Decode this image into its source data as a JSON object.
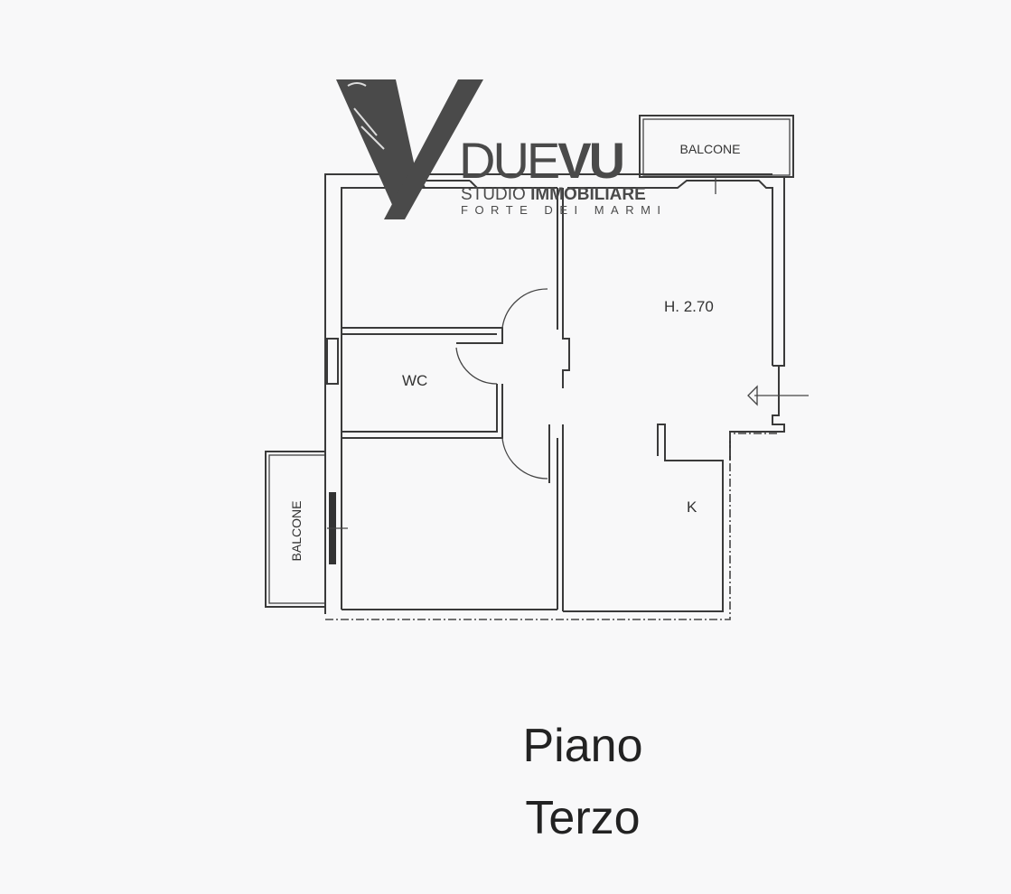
{
  "logo": {
    "brand_light": "DUE",
    "brand_bold": "VU",
    "line1_light": "STUDIO ",
    "line1_bold": "IMMOBILIARE",
    "line2": "FORTE DEI MARMI",
    "color": "#4a4a4a"
  },
  "plan": {
    "balcony_top": "BALCONE",
    "balcony_left": "BALCONE",
    "ceiling_height": "H. 2.70",
    "room_wc": "WC",
    "room_k": "K"
  },
  "caption": {
    "line1": "Piano",
    "line2": "Terzo"
  }
}
